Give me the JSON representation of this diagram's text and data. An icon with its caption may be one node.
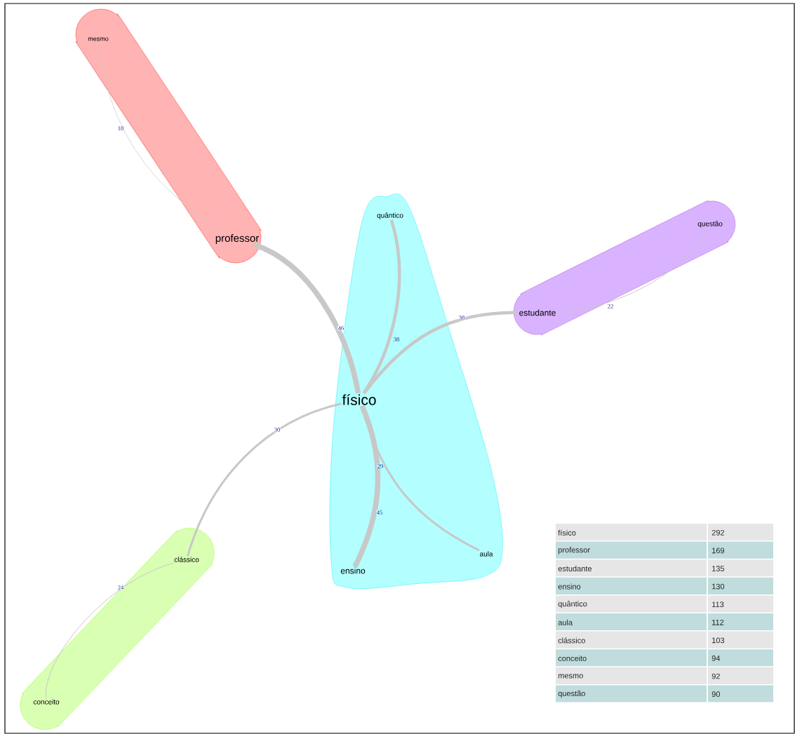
{
  "diagram": {
    "nodes": [
      {
        "text": [],
        "shape": "blob"
      },
      {
        "text": [
          "mesmo"
        ],
        "in": 0
      },
      {
        "text": [
          "professor"
        ],
        "in": 0
      },
      {
        "text": [],
        "shape": "blob"
      },
      {
        "text": [
          "quântico"
        ],
        "in": 3
      },
      {
        "text": [
          "físico"
        ],
        "in": 3
      },
      {
        "text": [
          "ensino"
        ],
        "in": 3
      },
      {
        "text": [
          "aula"
        ],
        "in": 3
      },
      {
        "text": [],
        "shape": "blob"
      },
      {
        "text": [
          "questão"
        ],
        "in": 8
      },
      {
        "text": [
          "estudante"
        ],
        "in": 8
      },
      {
        "text": [],
        "shape": "blob"
      },
      {
        "text": [
          "clássico"
        ],
        "in": 11
      },
      {
        "text": [
          "conceito"
        ],
        "in": 11
      }
    ],
    "edges": [
      {
        "from": 5,
        "to": 2,
        "arrow": "none",
        "label": "46",
        "style": "thick"
      },
      {
        "from": 5,
        "to": 4,
        "arrow": "none",
        "label": "38"
      },
      {
        "from": 5,
        "to": 10,
        "arrow": "none",
        "label": "38"
      },
      {
        "from": 5,
        "to": 12,
        "arrow": "none",
        "label": "30"
      },
      {
        "from": 5,
        "to": 6,
        "arrow": "none",
        "label": "45",
        "style": "thick"
      },
      {
        "from": 5,
        "to": 7,
        "arrow": "none",
        "label": "29"
      },
      {
        "from": 2,
        "to": 1,
        "arrow": "none",
        "label": "18"
      },
      {
        "from": 10,
        "to": 9,
        "arrow": "none",
        "label": "22"
      },
      {
        "from": 12,
        "to": 13,
        "arrow": "none",
        "label": "24"
      }
    ],
    "labels": [
      "físico",
      "292",
      "professor",
      "169",
      "estudante",
      "135",
      "ensino",
      "130",
      "quântico",
      "113",
      "aula",
      "112",
      "clássico",
      "103",
      "conceito",
      "94",
      "mesmo",
      "92",
      "questão",
      "90"
    ]
  }
}
